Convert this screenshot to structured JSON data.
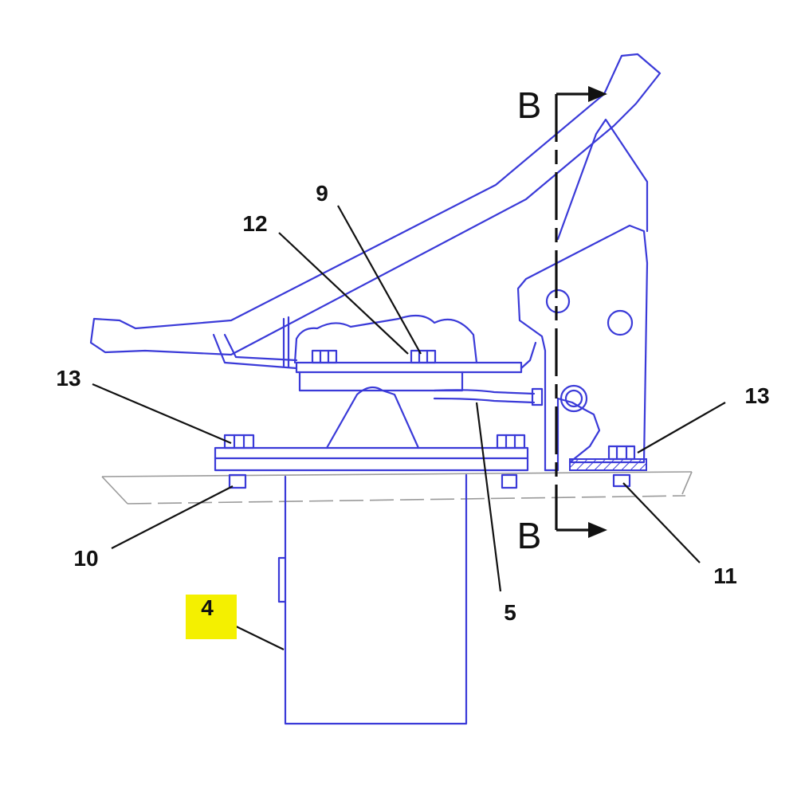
{
  "callouts": {
    "c9": "9",
    "c12": "12",
    "c13_left": "13",
    "c13_right": "13",
    "c10": "10",
    "c11": "11",
    "c5": "5",
    "c4": "4"
  },
  "section": {
    "top": "B",
    "bottom": "B"
  },
  "colors": {
    "outline": "#3a3ad8",
    "ground": "#9a9a9a",
    "leader": "#111111",
    "highlight": "#f4f000"
  }
}
